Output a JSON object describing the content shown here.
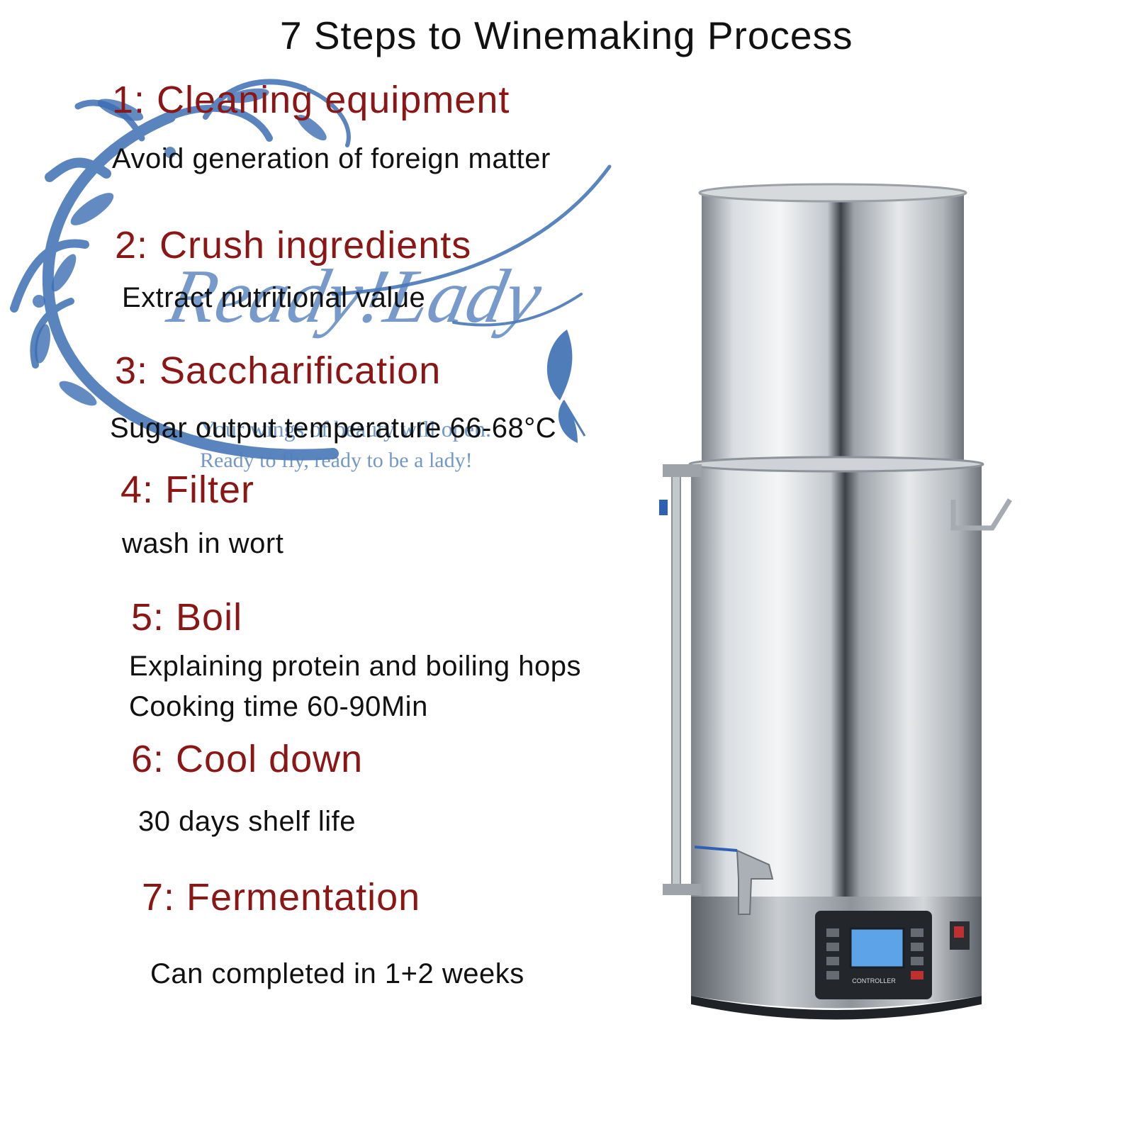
{
  "title": "7 Steps to Winemaking Process",
  "watermark": {
    "script": "Ready!Lady",
    "line1": "Your wings of beauty will open.",
    "line2": "Ready to fly, ready to be a lady!"
  },
  "steps": [
    {
      "title": "1: Cleaning equipment",
      "desc": "Avoid generation of foreign matter"
    },
    {
      "title": "2: Crush ingredients",
      "desc": "Extract nutritional value"
    },
    {
      "title": "3: Saccharification",
      "desc": "Sugar output temperature 66-68°C"
    },
    {
      "title": "4: Filter",
      "desc": "wash in wort"
    },
    {
      "title": "5: Boil",
      "desc": "Explaining protein and boiling hops",
      "desc2": "Cooking time 60-90Min"
    },
    {
      "title": "6: Cool down",
      "desc": "30 days shelf life"
    },
    {
      "title": "7: Fermentation",
      "desc": "Can completed in 1+2 weeks"
    }
  ],
  "machine": {
    "controller_label": "CONTROLLER"
  },
  "colors": {
    "step_title": "#8b1616",
    "watermark": "#4a79b8",
    "steel": "#b9bec4"
  }
}
